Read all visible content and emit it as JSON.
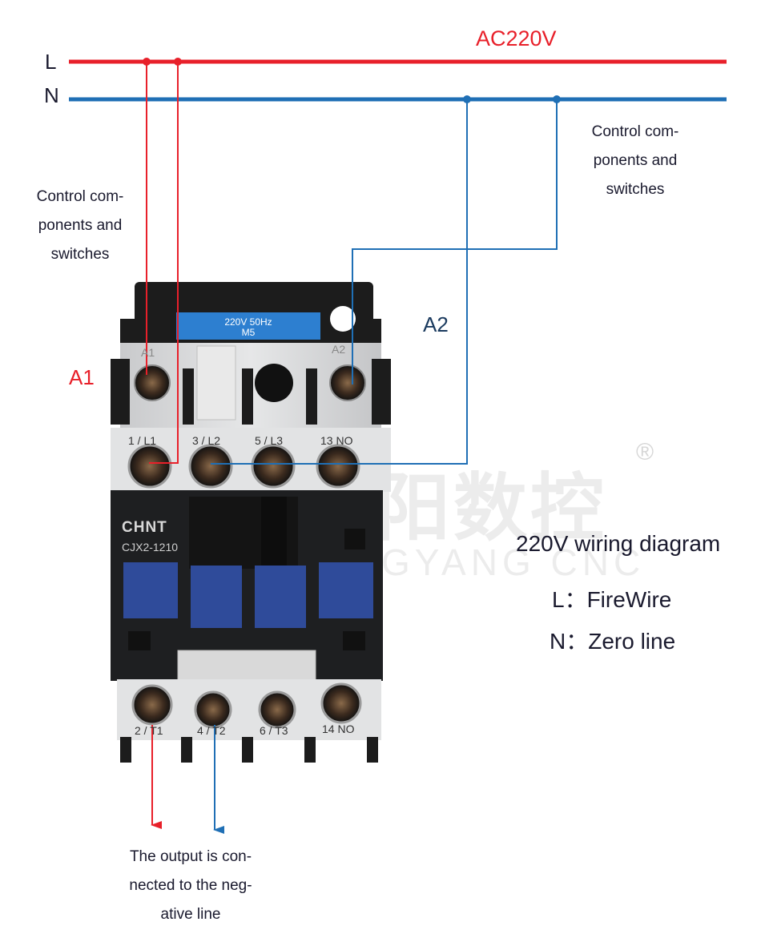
{
  "supply": {
    "voltage_label": "AC220V",
    "line_l_label": "L",
    "line_n_label": "N",
    "colors": {
      "live": "#e8202a",
      "neutral": "#1f6fb5"
    }
  },
  "notes": {
    "left_control": [
      "Control com-",
      "ponents and",
      "switches"
    ],
    "right_control": [
      "Control com-",
      "ponents and",
      "switches"
    ],
    "output": [
      "The output is con-",
      "nected to the neg-",
      "ative line"
    ]
  },
  "coil_labels": {
    "a1": "A1",
    "a2": "A2"
  },
  "contactor": {
    "brand": "CHNT",
    "model": "CJX2-1210",
    "coil_rating": [
      "220V 50Hz",
      "M5"
    ],
    "coil_terminals": {
      "a1": "A1",
      "a2": "A2"
    },
    "top_terminals": [
      "1 / L1",
      "3 / L2",
      "5 / L3",
      "13 NO"
    ],
    "bottom_terminals": [
      "2 / T1",
      "4 / T2",
      "6 / T3",
      "14 NO"
    ]
  },
  "watermark": {
    "cn": "阳数控",
    "en": "GYANG CNC",
    "mark": "®"
  },
  "legend": {
    "title": "220V wiring diagram",
    "l_item": "L：FireWire",
    "n_item": "N：Zero line"
  }
}
